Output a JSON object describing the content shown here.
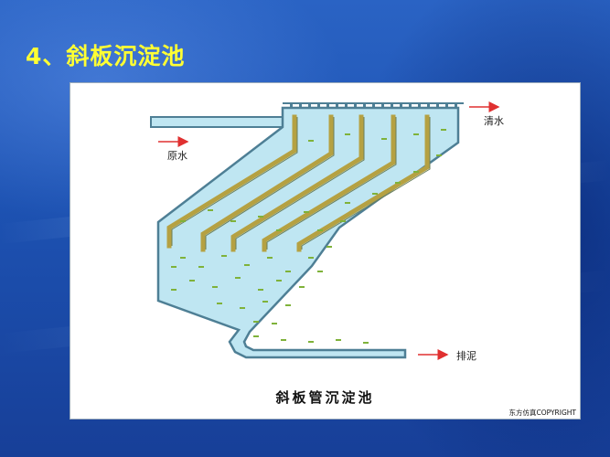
{
  "slide": {
    "title": "4、斜板沉淀池"
  },
  "figure": {
    "caption": "斜板管沉淀池",
    "labels": {
      "raw_water": "原水",
      "clear_water": "清水",
      "sludge_discharge": "排泥"
    },
    "copyright": "东方仿真COPYRIGHT"
  },
  "colors": {
    "background": "#1d52b2",
    "title": "#ffff33",
    "water": "#bfe6f2",
    "tank_outline": "#4e7f95",
    "plates": "#b5a142",
    "sediment_dots": "#7fb23a",
    "arrow": "#e03030"
  }
}
